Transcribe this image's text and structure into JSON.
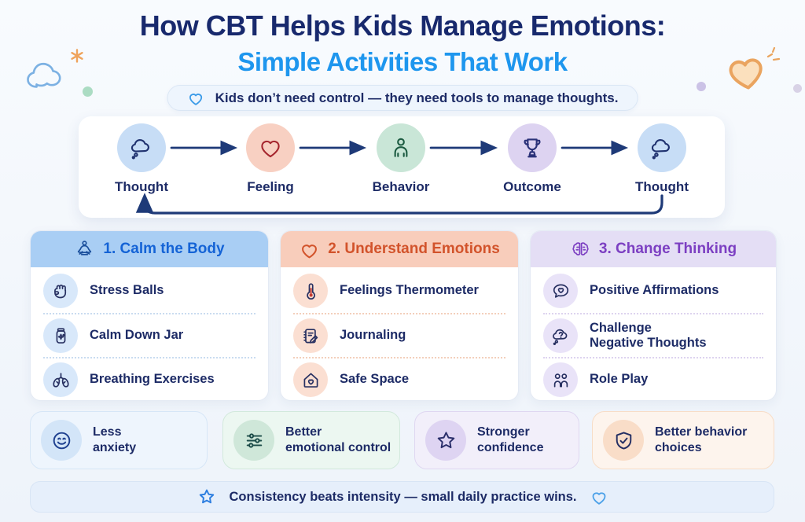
{
  "header": {
    "title": "How CBT Helps Kids Manage Emotions:",
    "subtitle": "Simple Activities That Work",
    "title_color": "#18296d",
    "subtitle_color": "#1e96ee"
  },
  "quote_banner": {
    "icon": "heart-icon",
    "text": "Kids don’t need control — they need tools to manage thoughts."
  },
  "flow": {
    "arrow_color": "#1e3a78",
    "loop": "arrow loops from last step back to first step",
    "steps": [
      {
        "label": "Thought",
        "icon": "thought-cloud-icon",
        "circle_color": "#c7ddf6"
      },
      {
        "label": "Feeling",
        "icon": "heart-icon",
        "circle_color": "#f8d0c2"
      },
      {
        "label": "Behavior",
        "icon": "person-icon",
        "circle_color": "#c9e6d7"
      },
      {
        "label": "Outcome",
        "icon": "trophy-icon",
        "circle_color": "#ddd3f1"
      },
      {
        "label": "Thought",
        "icon": "thought-cloud-icon",
        "circle_color": "#c7ddf6"
      }
    ]
  },
  "cards": [
    {
      "title": "1. Calm the Body",
      "icon": "meditation-icon",
      "header_bg": "#a9cef4",
      "title_color": "#1463d6",
      "items": [
        {
          "label": "Stress Balls",
          "icon": "fist-icon"
        },
        {
          "label": "Calm Down Jar",
          "icon": "jar-icon"
        },
        {
          "label": "Breathing Exercises",
          "icon": "lungs-icon"
        }
      ]
    },
    {
      "title": "2. Understand Emotions",
      "icon": "heart-icon",
      "header_bg": "#f8cdbb",
      "title_color": "#d2532b",
      "items": [
        {
          "label": "Feelings Thermometer",
          "icon": "thermometer-icon"
        },
        {
          "label": "Journaling",
          "icon": "journal-pencil-icon"
        },
        {
          "label": "Safe Space",
          "icon": "house-heart-icon"
        }
      ]
    },
    {
      "title": "3. Change Thinking",
      "icon": "brain-icon",
      "header_bg": "#e4def5",
      "title_color": "#7c3fc2",
      "items": [
        {
          "label": "Positive Affirmations",
          "icon": "speech-bubble-heart-icon"
        },
        {
          "label": "Challenge\nNegative Thoughts",
          "icon": "thought-question-icon"
        },
        {
          "label": "Role Play",
          "icon": "two-people-icon"
        }
      ]
    }
  ],
  "benefits": [
    {
      "label": "Less\nanxiety",
      "icon": "smiley-icon",
      "bg": "#eef5fd"
    },
    {
      "label": "Better\nemotional control",
      "icon": "sliders-icon",
      "bg": "#ecf7f1"
    },
    {
      "label": "Stronger\nconfidence",
      "icon": "star-icon",
      "bg": "#f2effa"
    },
    {
      "label": "Better behavior\nchoices",
      "icon": "shield-check-icon",
      "bg": "#fdf4ed"
    }
  ],
  "footer_banner": {
    "left_icon": "star-icon",
    "text": "Consistency beats intensity — small daily practice wins.",
    "right_icon": "heart-icon"
  },
  "decorations": [
    "cloud-icon",
    "sparkle-icon",
    "green-dot",
    "purple-dot",
    "peach-heart-icon",
    "sparkle-dashes-icon",
    "edge-dot"
  ]
}
